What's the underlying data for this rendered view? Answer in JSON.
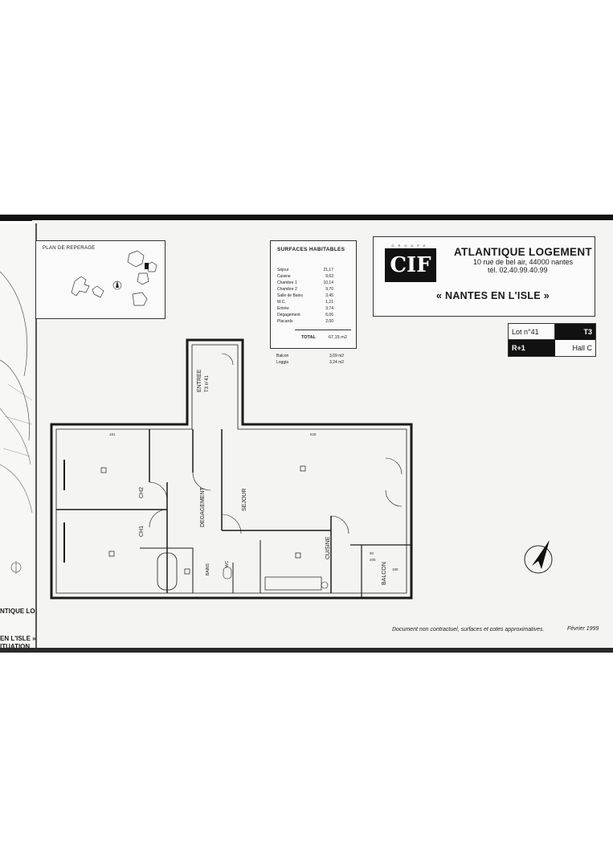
{
  "company": {
    "name": "ATLANTIQUE LOGEMENT",
    "address": "10 rue de bel air, 44000 nantes",
    "phone": "tél. 02.40.99.40.99",
    "logo_groupe": "GROUPE",
    "logo_text": "CIF",
    "project": "« NANTES EN L'ISLE »"
  },
  "lot": {
    "lot_number": "Lot n°41",
    "type": "T3",
    "level": "R+1",
    "hall": "Hall C"
  },
  "location_plan": {
    "label": "PLAN DE REPERAGE"
  },
  "surfaces": {
    "title": "SURFACES HABITABLES",
    "rows": [
      {
        "name": "Séjour",
        "value": "21,17"
      },
      {
        "name": "Cuisine",
        "value": "9,63"
      },
      {
        "name": "Chambre 1",
        "value": "10,14"
      },
      {
        "name": "Chambre 2",
        "value": "9,70"
      },
      {
        "name": "Salle de Bains",
        "value": "3,45"
      },
      {
        "name": "W.C.",
        "value": "1,21"
      },
      {
        "name": "Entrée",
        "value": "3,74"
      },
      {
        "name": "Dégagement",
        "value": "6,06"
      },
      {
        "name": "Placards",
        "value": "2,00"
      }
    ],
    "total_label": "TOTAL",
    "total_value": "67,15 m2",
    "balcon_label": "Balcon",
    "balcon_value": "3,09 m2",
    "loggia_label": "Loggia",
    "loggia_value": "3,24 m2"
  },
  "rooms": {
    "entree": "ENTREE",
    "entree_sub": "T3 n°41",
    "ch2": "CH2",
    "ch1": "CH1",
    "degagement": "DEGAGEMENT",
    "sejour": "SEJOUR",
    "cuisine": "CUISINE",
    "bains": "BAINS",
    "wc": "WC",
    "balcon": "BALCON"
  },
  "dimensions": {
    "d1": "181",
    "d2": "629",
    "d3": "90",
    "d4": "205",
    "d5": "180"
  },
  "footer": {
    "disclaimer": "Document non contractuel, surfaces et cotes approximatives.",
    "date": "Février 1999"
  },
  "left_page": {
    "line1": "NTIQUE LOG",
    "line2": "EN L'ISLE »",
    "line3": "ITUATION"
  },
  "colors": {
    "ink": "#1a1a1a",
    "paper": "#f4f4f2",
    "band": "#111111"
  }
}
